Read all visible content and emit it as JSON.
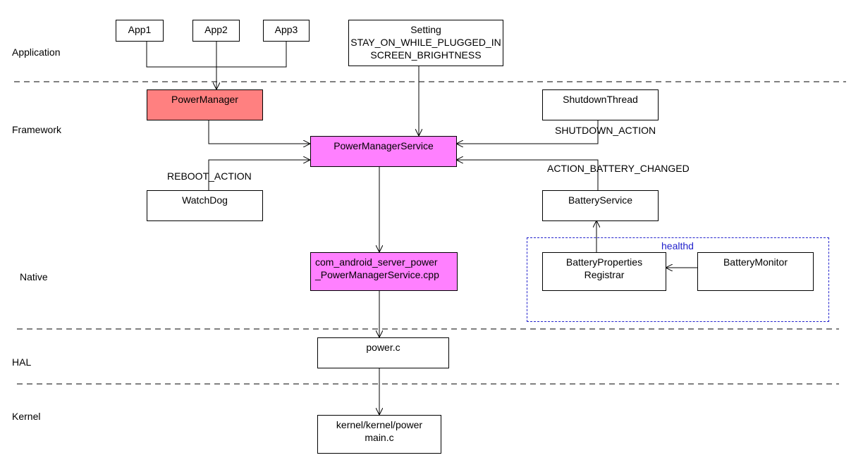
{
  "layers": {
    "application": "Application",
    "framework": "Framework",
    "native": "Native",
    "hal": "HAL",
    "kernel": "Kernel"
  },
  "nodes": {
    "app1": [
      "App1"
    ],
    "app2": [
      "App2"
    ],
    "app3": [
      "App3"
    ],
    "setting": [
      "Setting",
      "STAY_ON_WHILE_PLUGGED_IN",
      "SCREEN_BRIGHTNESS"
    ],
    "power_manager": [
      "PowerManager"
    ],
    "power_manager_service": [
      "PowerManagerService"
    ],
    "shutdown_thread": [
      "ShutdownThread"
    ],
    "watchdog": [
      "WatchDog"
    ],
    "battery_service": [
      "BatteryService"
    ],
    "jni": [
      "com_android_server_power",
      "_PowerManagerService.cpp"
    ],
    "battery_properties_registrar": [
      "BatteryProperties",
      "Registrar"
    ],
    "battery_monitor": [
      "BatteryMonitor"
    ],
    "power_c": [
      "power.c"
    ],
    "kernel_power": [
      "kernel/kernel/power",
      "main.c"
    ]
  },
  "edge_labels": {
    "shutdown_action": "SHUTDOWN_ACTION",
    "reboot_action": "REBOOT_ACTION",
    "action_battery_changed": "ACTION_BATTERY_CHANGED"
  },
  "groups": {
    "healthd": "healthd"
  },
  "colors": {
    "power_manager_fill": "#ff8080",
    "service_fill": "#ff80ff",
    "group_border": "#2222cc"
  }
}
